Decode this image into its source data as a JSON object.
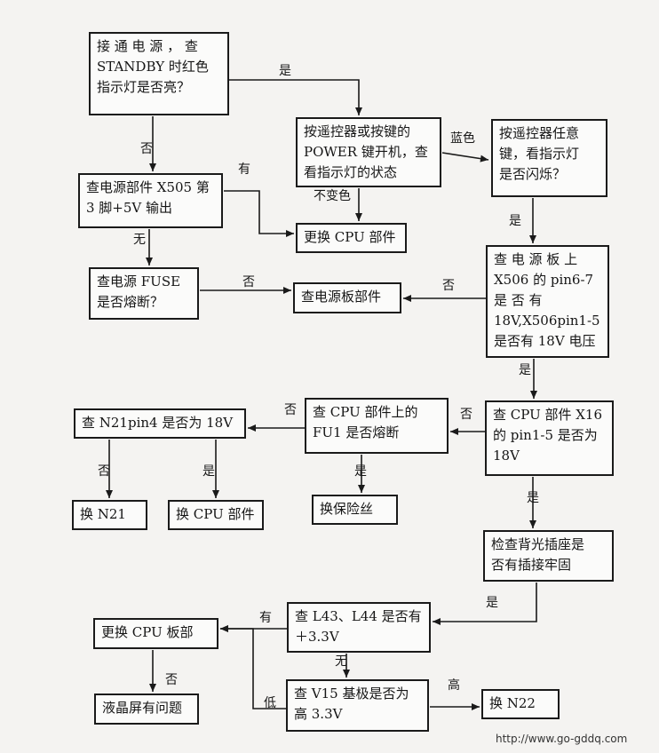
{
  "nodes": {
    "n1": "接 通 电 源 ， 查\nSTANDBY 时红色\n指示灯是否亮？",
    "n2": "按遥控器或按键的\nPOWER 键开机，查\n看指示灯的状态",
    "n3": "按遥控器任意\n键，看指示灯\n是否闪烁？",
    "n4": "查电源部件 X505 第\n3 脚+5V 输出",
    "n5": "更换 CPU 部件",
    "n6": "查电源 FUSE\n是否熔断？",
    "n7": "查电源板部件",
    "n8": "查 电 源 板 上\nX506 的 pin6-7\n是    否    有\n18V,X506pin1-5\n是否有 18V 电压",
    "n9": "查 N21pin4 是否为 18V",
    "n10": "查 CPU 部件上的\nFU1 是否熔断",
    "n11": "查 CPU 部件 X16\n的 pin1-5 是否为\n18V",
    "n12": "换 N21",
    "n13": "换 CPU 部件",
    "n14": "换保险丝",
    "n15": "检查背光插座是\n否有插接牢固",
    "n16": "更换  CPU  板部",
    "n17": "查 L43、L44 是否有\n＋3.3V",
    "n18": "液晶屏有问题",
    "n19": "查 V15 基极是否为\n高 3.3V",
    "n20": "换 N22"
  },
  "labels": {
    "l_yes_1": "是",
    "l_no_1": "否",
    "l_blue": "蓝色",
    "l_have_1": "有",
    "l_nochange": "不变色",
    "l_none_1": "无",
    "l_yes_2": "是",
    "l_no_2": "否",
    "l_no_3": "否",
    "l_yes_3": "是",
    "l_no_4": "否",
    "l_no_5": "否",
    "l_no_6": "否",
    "l_yes_4": "是",
    "l_yes_5": "是",
    "l_yes_6": "是",
    "l_yes_7": "是",
    "l_have_2": "有",
    "l_none_2": "无",
    "l_no_7": "否",
    "l_low": "低",
    "l_high": "高"
  },
  "footer": {
    "url": "http://www.go-gddq.com"
  }
}
